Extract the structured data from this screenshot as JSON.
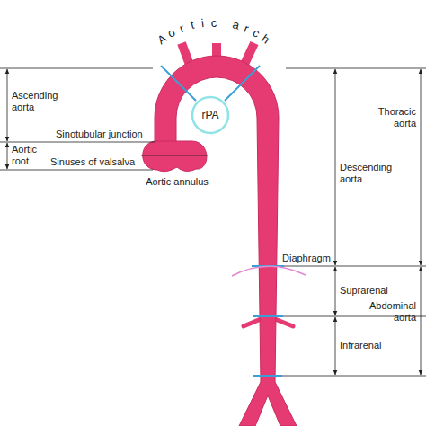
{
  "diagram": {
    "nodes": [
      {
        "text": [
          "rPA"
        ]
      }
    ],
    "labels": [
      "Aortic arch",
      "Ascending aorta",
      "Sinotubular junction",
      "Aortic root",
      "Sinuses of valsalva",
      "Aortic annulus",
      "Descending aorta",
      "Thoracic aorta",
      "Diaphragm",
      "Suprarenal",
      "Infrarenal",
      "Abdominal aorta"
    ]
  }
}
